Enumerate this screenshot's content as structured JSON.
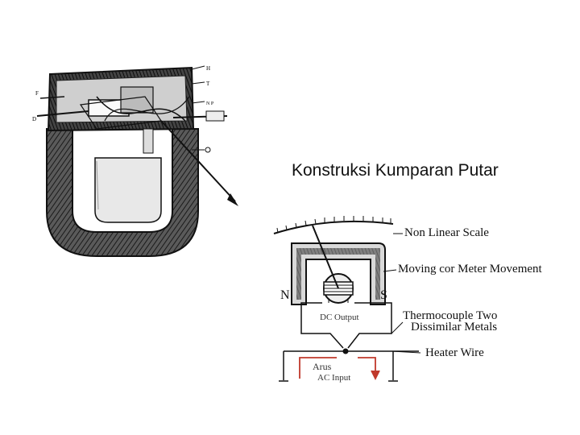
{
  "title": "Konstruksi Kumparan Putar",
  "labels": {
    "non_linear_scale": "Non Linear Scale",
    "moving_coil": "Moving cor Meter Movement",
    "north": "N",
    "south": "S",
    "thermocouple_line1": "Thermocouple Two",
    "thermocouple_line2": "Dissimilar Metals",
    "dc_output": "DC Output",
    "heater_wire": "Heater Wire",
    "arus": "Arus",
    "ac_input": "AC Input"
  },
  "colors": {
    "ink": "#111111",
    "current_arrow": "#c0392b"
  }
}
